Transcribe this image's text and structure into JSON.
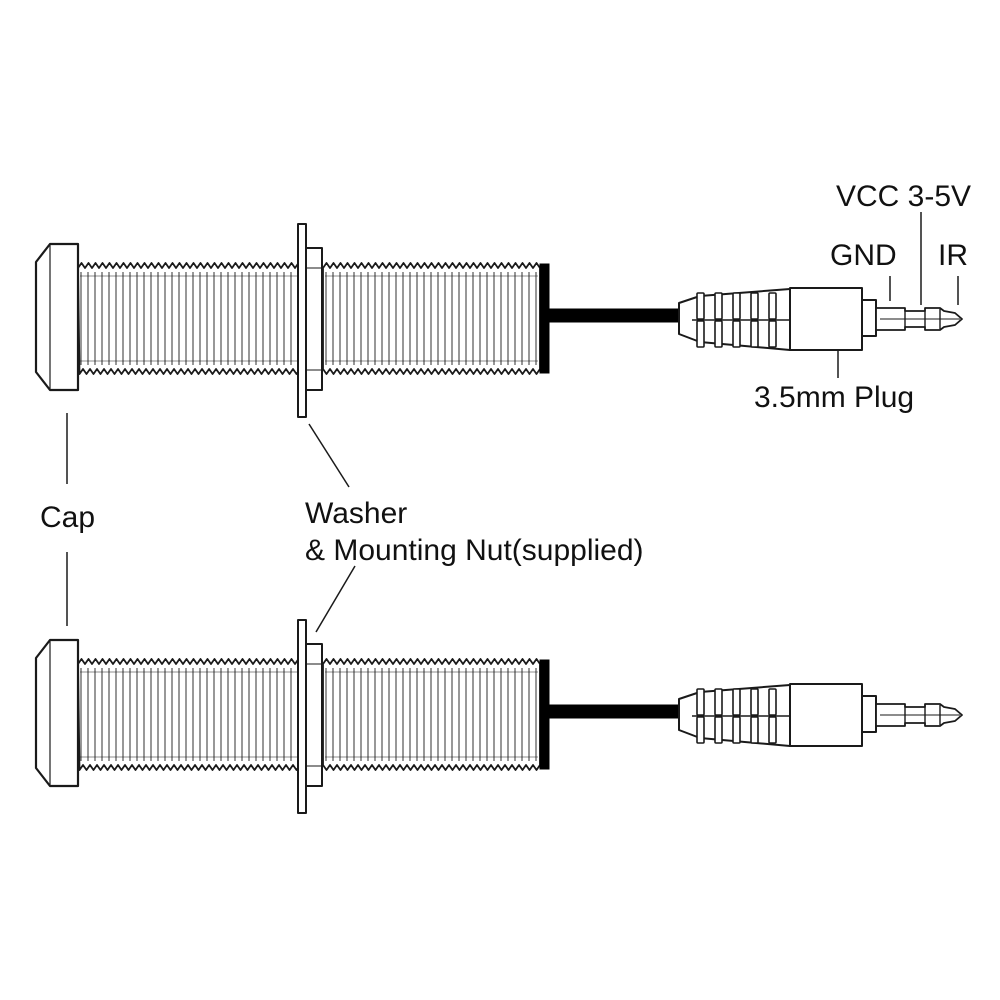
{
  "labels": {
    "vcc": "VCC 3-5V",
    "gnd": "GND",
    "ir": "IR",
    "plug": "3.5mm Plug",
    "cap": "Cap",
    "washer_line1": "Washer",
    "washer_line2": "& Mounting Nut(supplied)"
  },
  "colors": {
    "line": "#1a1a1a",
    "fill": "#ffffff",
    "cable": "#000000"
  },
  "assembly_count": 2
}
